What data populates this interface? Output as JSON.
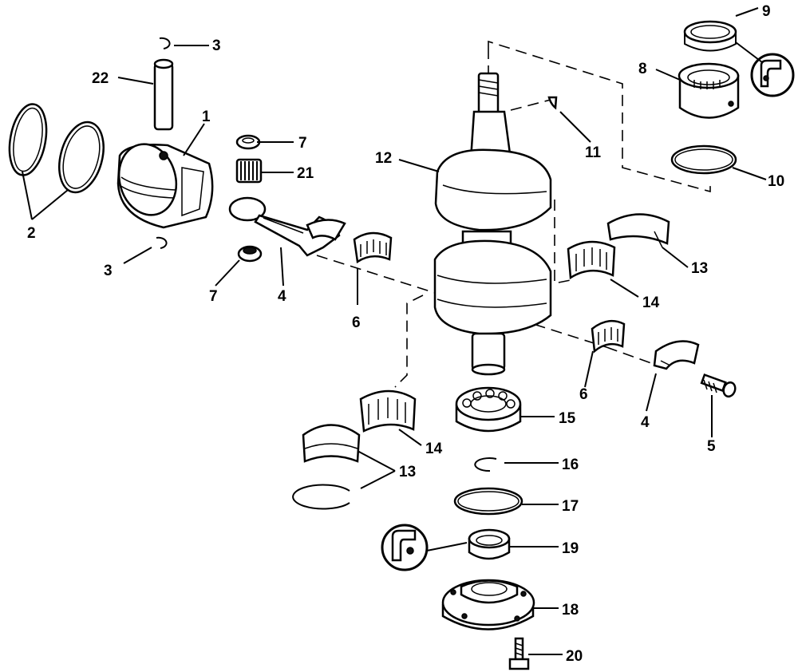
{
  "callouts": {
    "c1": "1",
    "c2": "2",
    "c3a": "3",
    "c3b": "3",
    "c4a": "4",
    "c4b": "4",
    "c5": "5",
    "c6a": "6",
    "c6b": "6",
    "c7a": "7",
    "c7b": "7",
    "c8": "8",
    "c9": "9",
    "c10": "10",
    "c11": "11",
    "c12": "12",
    "c13a": "13",
    "c13b": "13",
    "c14a": "14",
    "c14b": "14",
    "c15": "15",
    "c16": "16",
    "c17": "17",
    "c18": "18",
    "c19": "19",
    "c20": "20",
    "c21": "21",
    "c22": "22"
  }
}
